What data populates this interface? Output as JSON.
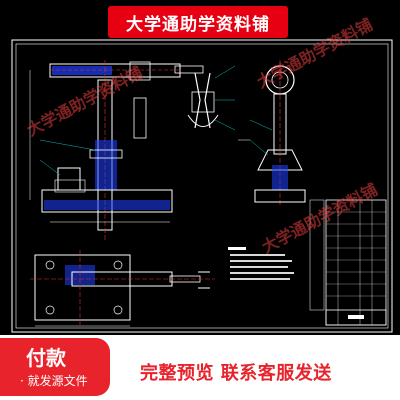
{
  "banner": {
    "title": "大学通助学资料铺",
    "color": "#e60012"
  },
  "watermarks": [
    "大学通助学资料铺",
    "大学通助学资料铺",
    "大学通助学资料铺"
  ],
  "footer": {
    "badge_main": "付款",
    "badge_sub": "· 就发源文件",
    "slogan": "完整预览  联系客服发送",
    "accent": "#e8232b"
  },
  "drawing": {
    "background": "#000000",
    "line_color": "#ffffff",
    "part_color": "#1f3fff",
    "leader_color": "#00c0c0",
    "accent_line": "#e03030",
    "notes_block_color": "#ffffff",
    "title_block_color": "#ffffff"
  }
}
